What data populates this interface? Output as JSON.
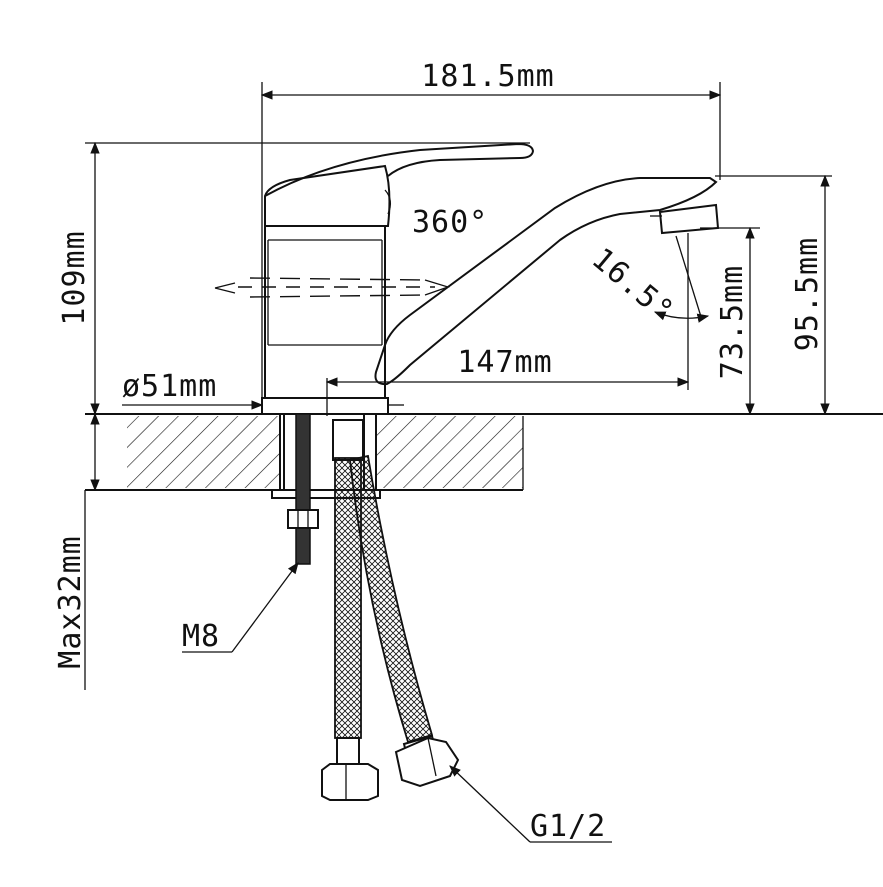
{
  "diagram": {
    "labels": {
      "width_total": "181.5mm",
      "height_total": "109mm",
      "rotation": "360°",
      "spout_angle": "16.5°",
      "base_diameter": "ø51mm",
      "spout_reach": "147mm",
      "spout_height": "73.5mm",
      "body_height": "95.5mm",
      "max_thickness": "Max32mm",
      "bolt_thread": "M8",
      "hose_thread": "G1/2"
    },
    "colors": {
      "line": "#111111",
      "background": "#ffffff"
    }
  }
}
